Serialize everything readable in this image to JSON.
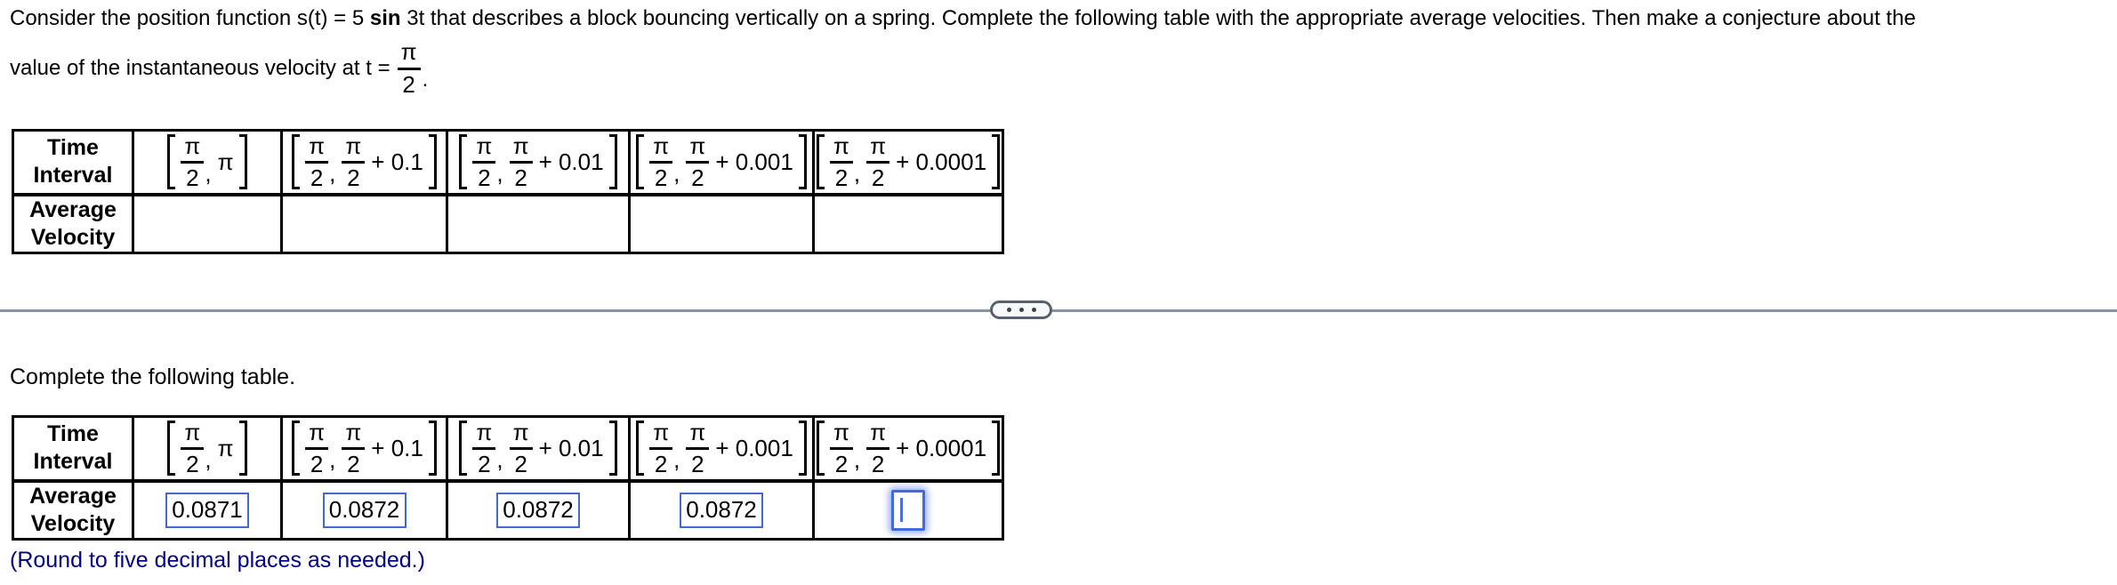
{
  "problem": {
    "line1_part1": "Consider the position function s(t) = 5 ",
    "line1_bold": "sin",
    "line1_part2": " 3t that describes a block bouncing vertically on a spring. Complete the following table with the appropriate average velocities. Then make a conjecture about the",
    "line2_text": "value of the instantaneous velocity at t =",
    "line2_frac_num": "π",
    "line2_frac_den": "2",
    "line2_suffix": "."
  },
  "headers": {
    "time_line1": "Time",
    "time_line2": "Interval",
    "avg_line1": "Average",
    "avg_line2": "Velocity"
  },
  "intervals": [
    {
      "a_num": "π",
      "a_den": "2",
      "comma": ",",
      "b": "π"
    },
    {
      "a_num": "π",
      "a_den": "2",
      "comma": ",",
      "b_num": "π",
      "b_den": "2",
      "addend": "+ 0.1"
    },
    {
      "a_num": "π",
      "a_den": "2",
      "comma": ",",
      "b_num": "π",
      "b_den": "2",
      "addend": "+ 0.01"
    },
    {
      "a_num": "π",
      "a_den": "2",
      "comma": ",",
      "b_num": "π",
      "b_den": "2",
      "addend": "+ 0.001"
    },
    {
      "a_num": "π",
      "a_den": "2",
      "comma": ",",
      "b_num": "π",
      "b_den": "2",
      "addend": "+ 0.0001"
    }
  ],
  "answer_section": {
    "prompt": "Complete the following table.",
    "values": [
      "0.0871",
      "0.0872",
      "0.0872",
      "0.0872"
    ],
    "active_value": "",
    "note": "(Round to five decimal places as needed.)"
  },
  "divider": {
    "icon": "ellipsis-icon"
  },
  "colors": {
    "input_border": "#4468cd",
    "active_input_border": "#4169e1",
    "note_text": "#00008b",
    "divider_line": "#8a949d",
    "table_border": "#000000"
  }
}
